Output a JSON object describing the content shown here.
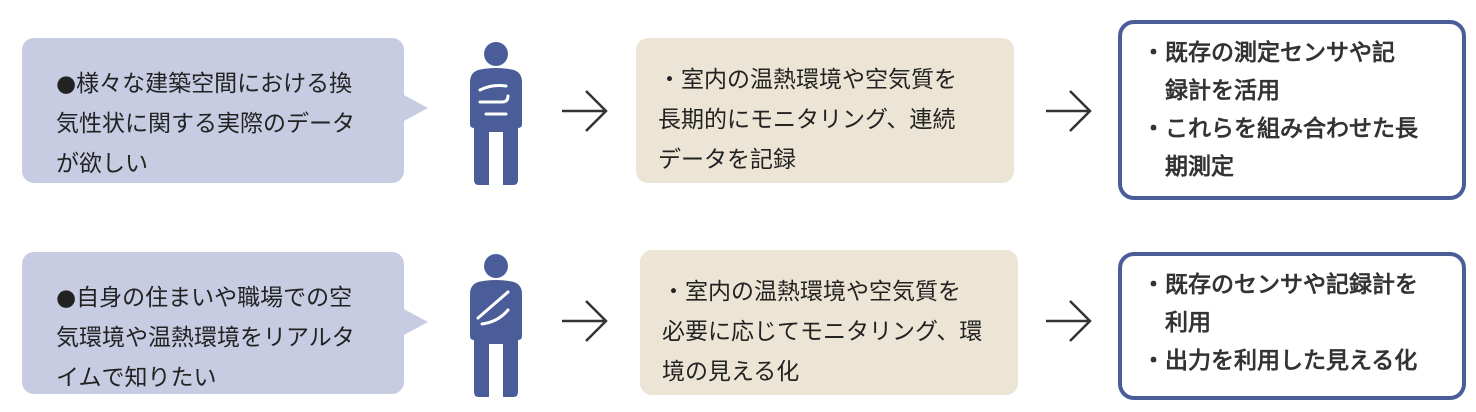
{
  "colors": {
    "bubble_fill": "#c7cce2",
    "middle_fill": "#ece5d5",
    "accent": "#4a5d99"
  },
  "rows": [
    {
      "need_lines": [
        "●様々な建築空間における換",
        "気性状に関する実際のデータ",
        "が欲しい"
      ],
      "person_icon": "thinking-person-icon",
      "approach_lines": [
        "・室内の温熱環境や空気質を",
        "長期的にモニタリング、連続",
        "データを記録"
      ],
      "outputs": [
        {
          "bullet": "・",
          "lines": [
            "既存の測定センサや記",
            "録計を活用"
          ]
        },
        {
          "bullet": "・",
          "lines": [
            "これらを組み合わせた長",
            "期測定"
          ]
        }
      ]
    },
    {
      "need_lines": [
        "●自身の住まいや職場での空",
        "気環境や温熱環境をリアルタ",
        "イムで知りたい"
      ],
      "person_icon": "thinking-person-icon",
      "approach_lines": [
        "・室内の温熱環境や空気質を",
        "必要に応じてモニタリング、環",
        "境の見える化"
      ],
      "outputs": [
        {
          "bullet": "・",
          "lines": [
            "既存のセンサや記録計を",
            "利用"
          ]
        },
        {
          "bullet": "・",
          "lines": [
            "出力を利用した見える化"
          ]
        }
      ]
    }
  ]
}
